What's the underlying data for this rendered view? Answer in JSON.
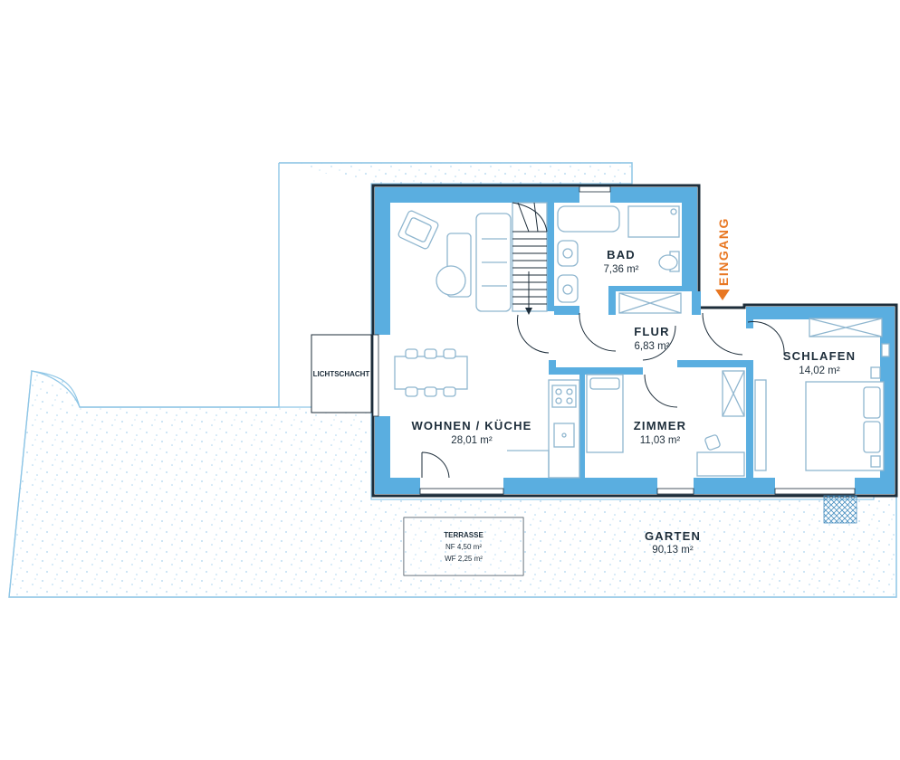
{
  "rooms": {
    "wohnen": {
      "name": "WOHNEN / KÜCHE",
      "area": "28,01 m²"
    },
    "bad": {
      "name": "BAD",
      "area": "7,36 m²"
    },
    "flur": {
      "name": "FLUR",
      "area": "6,83 m²"
    },
    "zimmer": {
      "name": "ZIMMER",
      "area": "11,03 m²"
    },
    "schlafen": {
      "name": "SCHLAFEN",
      "area": "14,02 m²"
    },
    "garten": {
      "name": "GARTEN",
      "area": "90,13 m²"
    },
    "terrasse": {
      "name": "TERRASSE",
      "nf": "NF 4,50 m²",
      "wf": "WF 2,25 m²"
    },
    "lichtschacht": {
      "name": "LICHTSCHACHT"
    }
  },
  "entrance": {
    "label": "EINGANG"
  },
  "colors": {
    "wall_fill": "#5aaee0",
    "wall_outline": "#1d2d3a",
    "garden_outline": "#8fc6e6",
    "garden_dots": "#a9d3ee",
    "entrance_accent": "#e87722",
    "furniture": "#8fb6cf"
  }
}
